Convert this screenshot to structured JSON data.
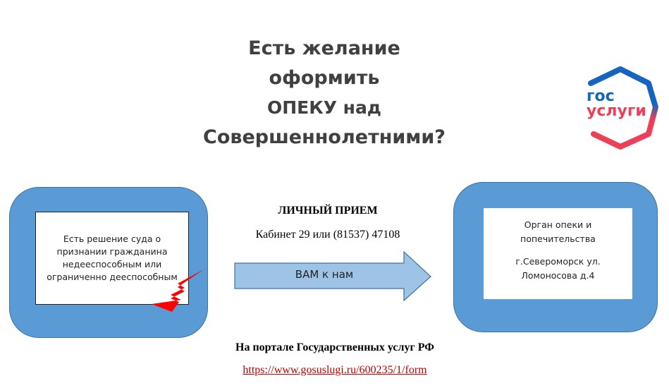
{
  "title": {
    "line1": "Есть желание",
    "line2": "оформить",
    "line3": "ОПЕКУ над",
    "line4": "Совершеннолетними?"
  },
  "logo": {
    "line1": "гос",
    "line2": "услуги"
  },
  "left_box": {
    "text": "Есть решение суда о признании гражданина недееспособным или ограниченно дееспособным"
  },
  "middle": {
    "heading": "ЛИЧНЫЙ ПРИЕМ",
    "contact": "Кабинет 29 или (81537) 47108",
    "arrow_label": "ВАМ к нам"
  },
  "right_box": {
    "line1": "Орган опеки и попечительства",
    "line2": "г.Североморск ул. Ломоносова д.4"
  },
  "footer": {
    "portal": "На портале Государственных услуг РФ",
    "link": "https://www.gosuslugi.ru/600235/1/form"
  },
  "colors": {
    "box": "#5b9bd5",
    "arrow": "#9dc3e6",
    "bolt": "#ff0000",
    "link": "#c00000"
  }
}
